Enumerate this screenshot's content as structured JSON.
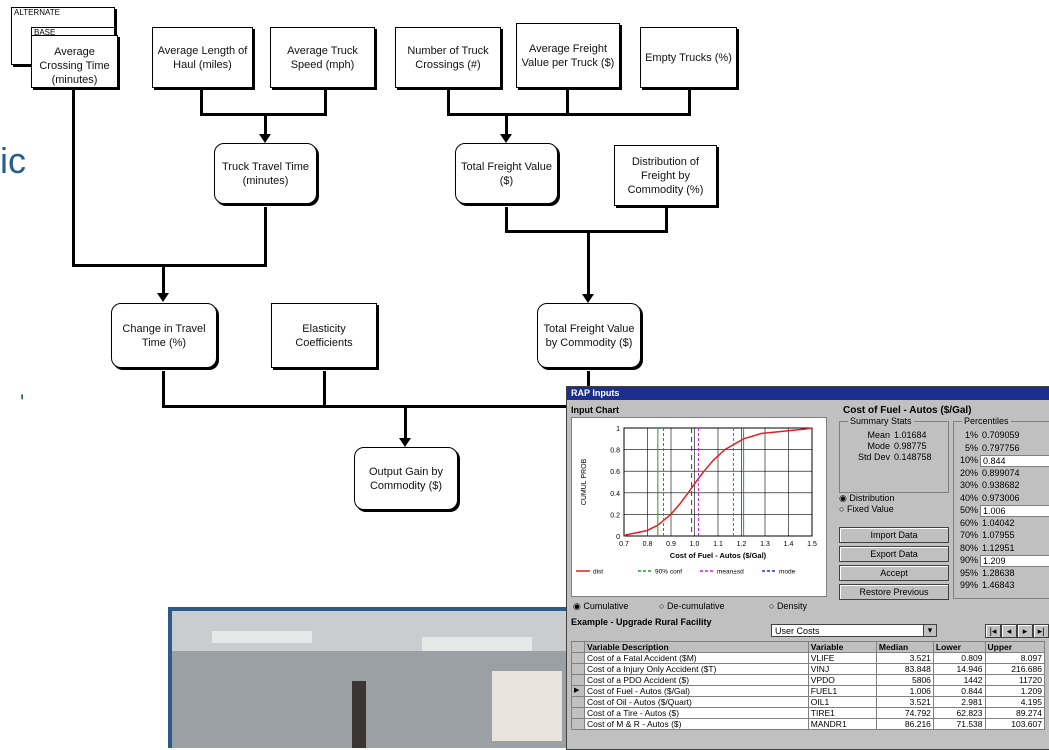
{
  "tags": {
    "alternate": "ALTERNATE",
    "base": "BASE"
  },
  "side_text": {
    "fragment": "ic",
    "mark": "'"
  },
  "boxes": {
    "avg_crossing_time": "Average Crossing Time (minutes)",
    "avg_length_haul": "Average Length of Haul (miles)",
    "avg_truck_speed": "Average Truck Speed (mph)",
    "num_truck_crossings": "Number of Truck Crossings (#)",
    "avg_freight_value": "Average Freight Value per Truck ($)",
    "empty_trucks": "Empty Trucks (%)",
    "truck_travel_time": "Truck Travel Time (minutes)",
    "total_freight_value": "Total Freight Value ($)",
    "dist_freight_commodity": "Distribution of Freight by Commodity (%)",
    "change_travel_time": "Change in Travel Time (%)",
    "elasticity": "Elasticity Coefficients",
    "total_freight_by_commodity": "Total Freight Value by Commodity ($)",
    "output_gain": "Output Gain by Commodity ($)"
  },
  "window": {
    "title": "RAP Inputs",
    "input_chart_label": "Input Chart",
    "cost_title": "Cost of Fuel - Autos ($/Gal)",
    "summary_stats_label": "Summary Stats",
    "percentiles_label": "Percentiles",
    "stats": [
      {
        "name": "Mean",
        "value": "1.01684"
      },
      {
        "name": "Mode",
        "value": "0.98775"
      },
      {
        "name": "Std Dev",
        "value": "0.148758"
      }
    ],
    "percentiles": [
      {
        "p": "1%",
        "v": "0.709059"
      },
      {
        "p": "5%",
        "v": "0.797756"
      },
      {
        "p": "10%",
        "v": "0.844"
      },
      {
        "p": "20%",
        "v": "0.899074"
      },
      {
        "p": "30%",
        "v": "0.938682"
      },
      {
        "p": "40%",
        "v": "0.973006"
      },
      {
        "p": "50%",
        "v": "1.006"
      },
      {
        "p": "60%",
        "v": "1.04042"
      },
      {
        "p": "70%",
        "v": "1.07955"
      },
      {
        "p": "80%",
        "v": "1.12951"
      },
      {
        "p": "90%",
        "v": "1.209"
      },
      {
        "p": "95%",
        "v": "1.28638"
      },
      {
        "p": "99%",
        "v": "1.46843"
      }
    ],
    "radio_distribution": "Distribution",
    "radio_fixed": "Fixed Value",
    "btn_import": "Import Data",
    "btn_export": "Export Data",
    "btn_accept": "Accept",
    "btn_restore": "Restore Previous",
    "radio_cumulative": "Cumulative",
    "radio_decumulative": "De-cumulative",
    "radio_density": "Density",
    "example_label": "Example - Upgrade Rural Facility",
    "user_costs": "User Costs",
    "chart_ylabel": "CUMUL PROB",
    "chart_xlabel": "Cost of Fuel - Autos ($/Gal)",
    "legend": [
      "dist",
      "90% conf",
      "mean±sd",
      "mode"
    ],
    "x_ticks": [
      "0.7",
      "0.8",
      "0.9",
      "1.0",
      "1.1",
      "1.2",
      "1.3",
      "1.4",
      "1.5"
    ],
    "y_ticks": [
      "1",
      "0.8",
      "0.6",
      "0.4",
      "0.2",
      "0"
    ],
    "table_headers": [
      "Variable Description",
      "Variable",
      "Median",
      "Lower",
      "Upper"
    ],
    "table_rows": [
      [
        "Cost of a Fatal Accident ($M)",
        "VLIFE",
        "3.521",
        "0.809",
        "8.097"
      ],
      [
        "Cost of a Injury Only Accident ($T)",
        "VINJ",
        "83.848",
        "14.946",
        "216.686"
      ],
      [
        "Cost of a PDO Accident ($)",
        "VPDO",
        "5806",
        "1442",
        "11720"
      ],
      [
        "Cost of Fuel - Autos ($/Gal)",
        "FUEL1",
        "1.006",
        "0.844",
        "1.209"
      ],
      [
        "Cost of Oil - Autos ($/Quart)",
        "OIL1",
        "3.521",
        "2.981",
        "4.195"
      ],
      [
        "Cost of a Tire - Autos ($)",
        "TIRE1",
        "74.792",
        "62.823",
        "89.274"
      ],
      [
        "Cost of M & R - Autos ($)",
        "MANDR1",
        "86.216",
        "71.538",
        "103.607"
      ]
    ],
    "colors": {
      "curve": "#e02020",
      "conf": "#20a020",
      "mean": "#d020d0",
      "mode": "#2030d0",
      "titlebar": "#1c2f8c"
    }
  }
}
